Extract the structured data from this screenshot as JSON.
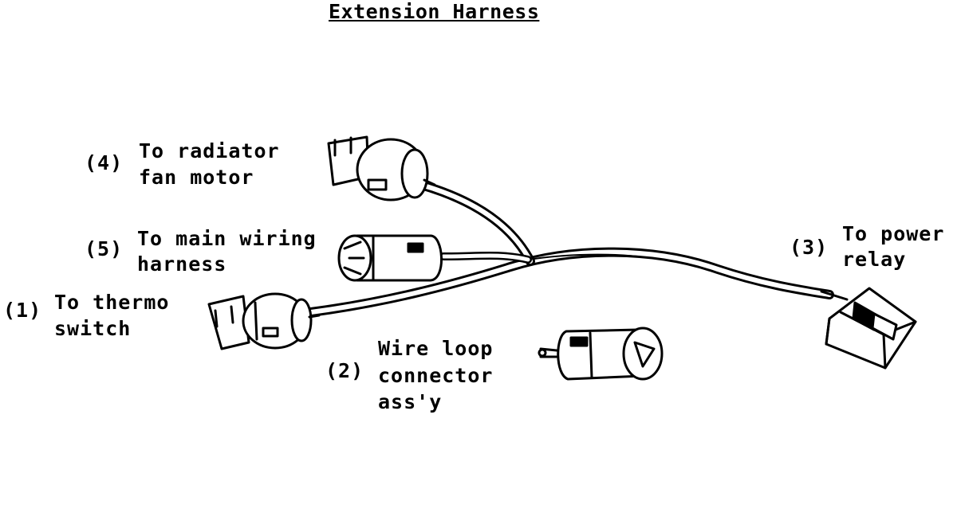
{
  "title": "Extension Harness",
  "callouts": [
    {
      "id": "1",
      "number": "(1)",
      "line1": "To thermo",
      "line2": "switch"
    },
    {
      "id": "2",
      "number": "(2)",
      "line1": "Wire loop",
      "line2": "connector",
      "line3": "ass'y"
    },
    {
      "id": "3",
      "number": "(3)",
      "line1": "To power",
      "line2": "relay"
    },
    {
      "id": "4",
      "number": "(4)",
      "line1": "To radiator",
      "line2": "fan motor"
    },
    {
      "id": "5",
      "number": "(5)",
      "line1": "To main wiring",
      "line2": "harness"
    }
  ]
}
